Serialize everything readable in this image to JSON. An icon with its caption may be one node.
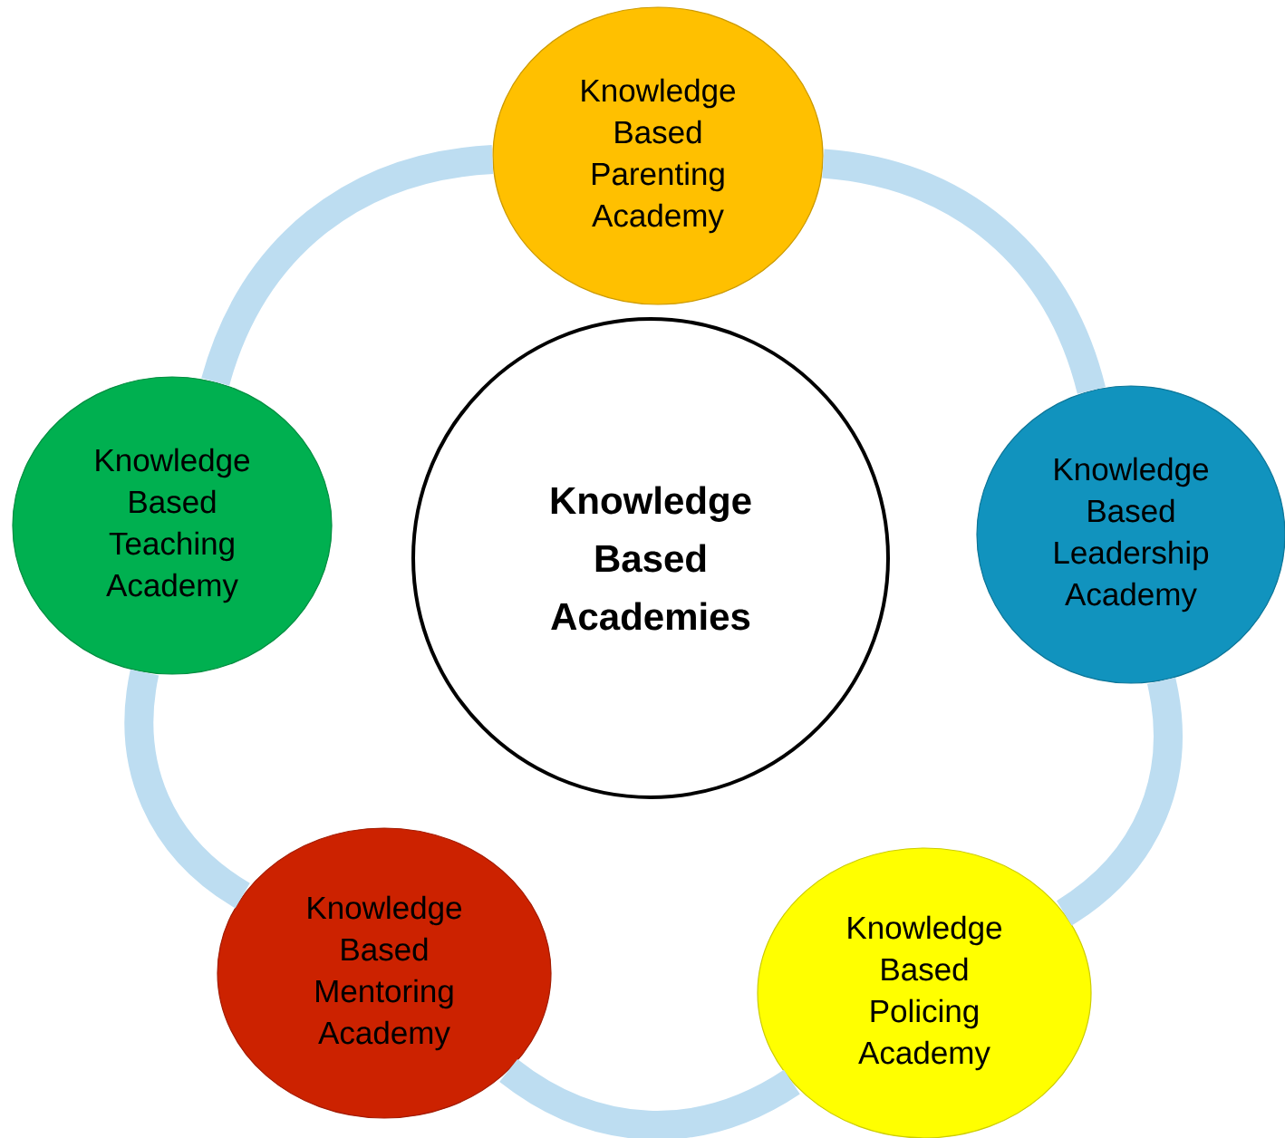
{
  "diagram": {
    "nodes": [
      {
        "text": [
          "Knowledge Based Academies"
        ]
      },
      {
        "text": [
          "Knowledge Based Parenting Academy"
        ]
      },
      {
        "text": [
          "Knowledge Based Leadership Academy"
        ]
      },
      {
        "text": [
          "Knowledge Based Policing Academy"
        ]
      },
      {
        "text": [
          "Knowledge Based Mentoring Academy"
        ]
      },
      {
        "text": [
          "Knowledge Based Teaching Academy"
        ]
      }
    ],
    "edges": [
      {
        "from": 1,
        "to": 2,
        "arrow": "none"
      },
      {
        "from": 2,
        "to": 3,
        "arrow": "none"
      },
      {
        "from": 3,
        "to": 4,
        "arrow": "none"
      },
      {
        "from": 4,
        "to": 5,
        "arrow": "none"
      },
      {
        "from": 5,
        "to": 1,
        "arrow": "none"
      }
    ]
  }
}
